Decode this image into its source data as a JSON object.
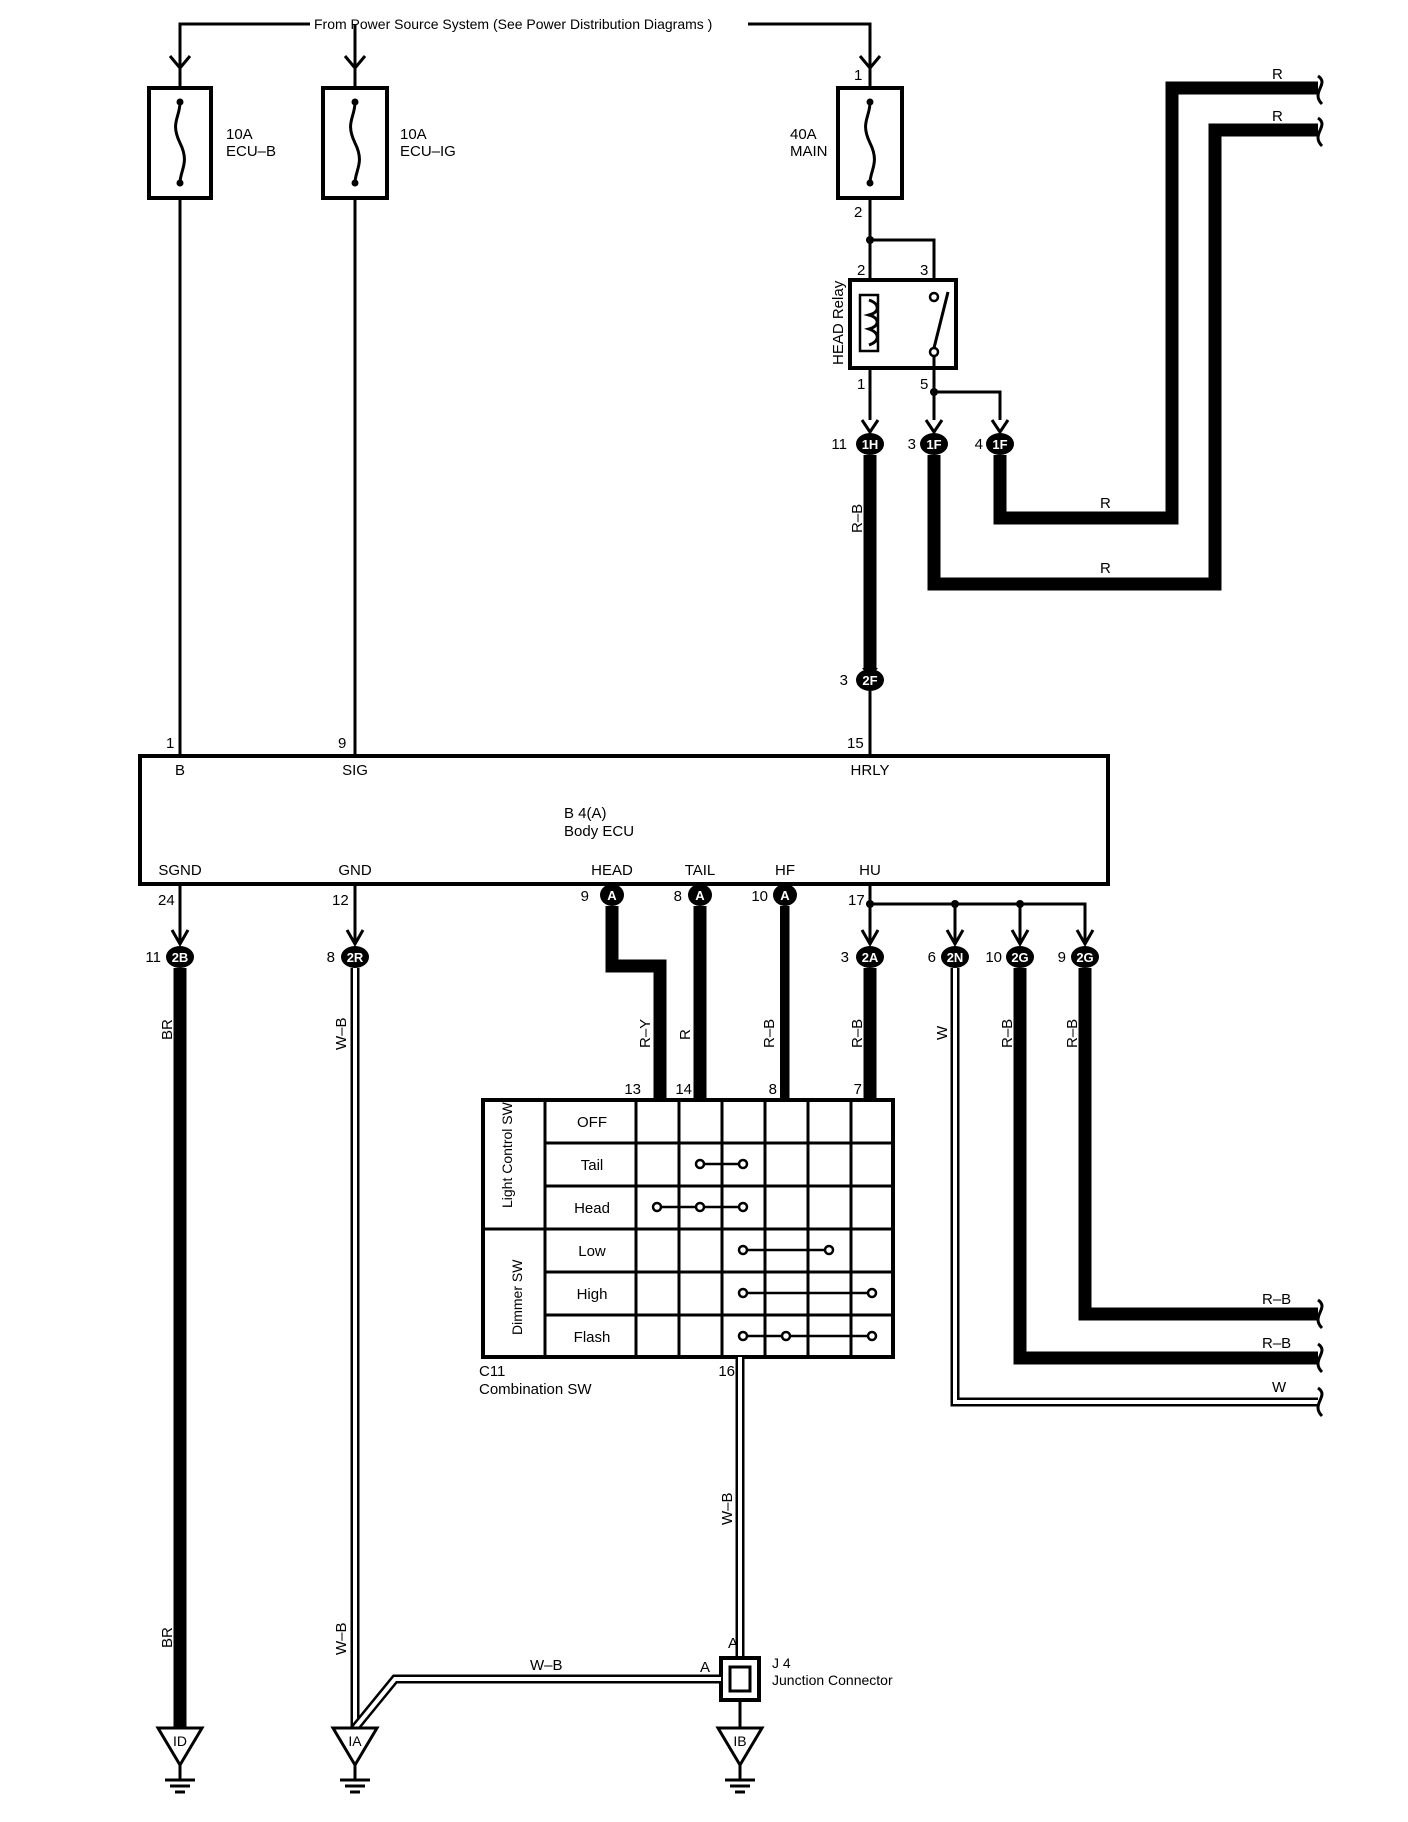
{
  "header": {
    "source_label": "From Power Source System  (See Power Distribution Diagrams )"
  },
  "fuses": [
    {
      "amp": "10A",
      "name": "ECU–B"
    },
    {
      "amp": "10A",
      "name": "ECU–IG"
    },
    {
      "amp": "40A",
      "name": "MAIN",
      "pin_top": "1",
      "pin_bottom": "2"
    }
  ],
  "relay": {
    "name": "HEAD Relay",
    "pins": [
      "2",
      "3",
      "1",
      "5"
    ]
  },
  "connectors_top": [
    {
      "pin": "11",
      "id": "1H"
    },
    {
      "pin": "3",
      "id": "1F"
    },
    {
      "pin": "4",
      "id": "1F"
    },
    {
      "pin": "3",
      "id": "2F"
    }
  ],
  "wire_colors": {
    "rb": "R–B",
    "r": "R",
    "ry": "R–Y",
    "br": "BR",
    "wb": "W–B",
    "w": "W"
  },
  "ecu": {
    "id": "B 4(A)",
    "name": "Body ECU",
    "top_pins": [
      {
        "num": "1",
        "label": "B"
      },
      {
        "num": "9",
        "label": "SIG"
      },
      {
        "num": "15",
        "label": "HRLY"
      }
    ],
    "bottom_pins": [
      {
        "num": "24",
        "label": "SGND"
      },
      {
        "num": "12",
        "label": "GND"
      },
      {
        "num": "9",
        "label": "HEAD",
        "conn": "A"
      },
      {
        "num": "8",
        "label": "TAIL",
        "conn": "A"
      },
      {
        "num": "10",
        "label": "HF",
        "conn": "A"
      },
      {
        "num": "17",
        "label": "HU"
      }
    ]
  },
  "connectors_bottom": [
    {
      "pin": "11",
      "id": "2B"
    },
    {
      "pin": "8",
      "id": "2R"
    },
    {
      "pin": "3",
      "id": "2A"
    },
    {
      "pin": "6",
      "id": "2N"
    },
    {
      "pin": "10",
      "id": "2G"
    },
    {
      "pin": "9",
      "id": "2G"
    }
  ],
  "combination_sw": {
    "id": "C11",
    "name": "Combination SW",
    "pins_top": [
      "13",
      "14",
      "8",
      "7"
    ],
    "pin_bottom": "16",
    "group_light": "Light Control SW",
    "group_dimmer": "Dimmer SW",
    "positions": [
      "OFF",
      "Tail",
      "Head",
      "Low",
      "High",
      "Flash"
    ]
  },
  "junction": {
    "id": "J 4",
    "name": "Junction Connector",
    "pin_a": "A"
  },
  "grounds": [
    "ID",
    "IA",
    "IB"
  ]
}
